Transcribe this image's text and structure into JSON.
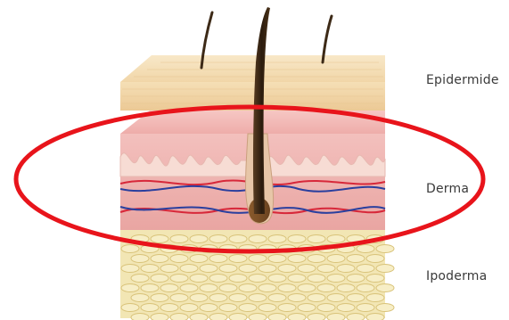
{
  "labels": {
    "epidermis": "Epidermide",
    "dermis": "Derma",
    "hypodermis": "Ipoderma"
  },
  "highlight": {
    "target": "dermis",
    "shape": "ellipse-outline",
    "color": "#e8141b"
  },
  "colors": {
    "epidermis": "#f2d9b0",
    "dermis": "#f3bcbc",
    "hypodermis": "#efe2a6",
    "hair": "#3a2a1a",
    "artery": "#d7283a",
    "vein": "#2a3f9e"
  }
}
